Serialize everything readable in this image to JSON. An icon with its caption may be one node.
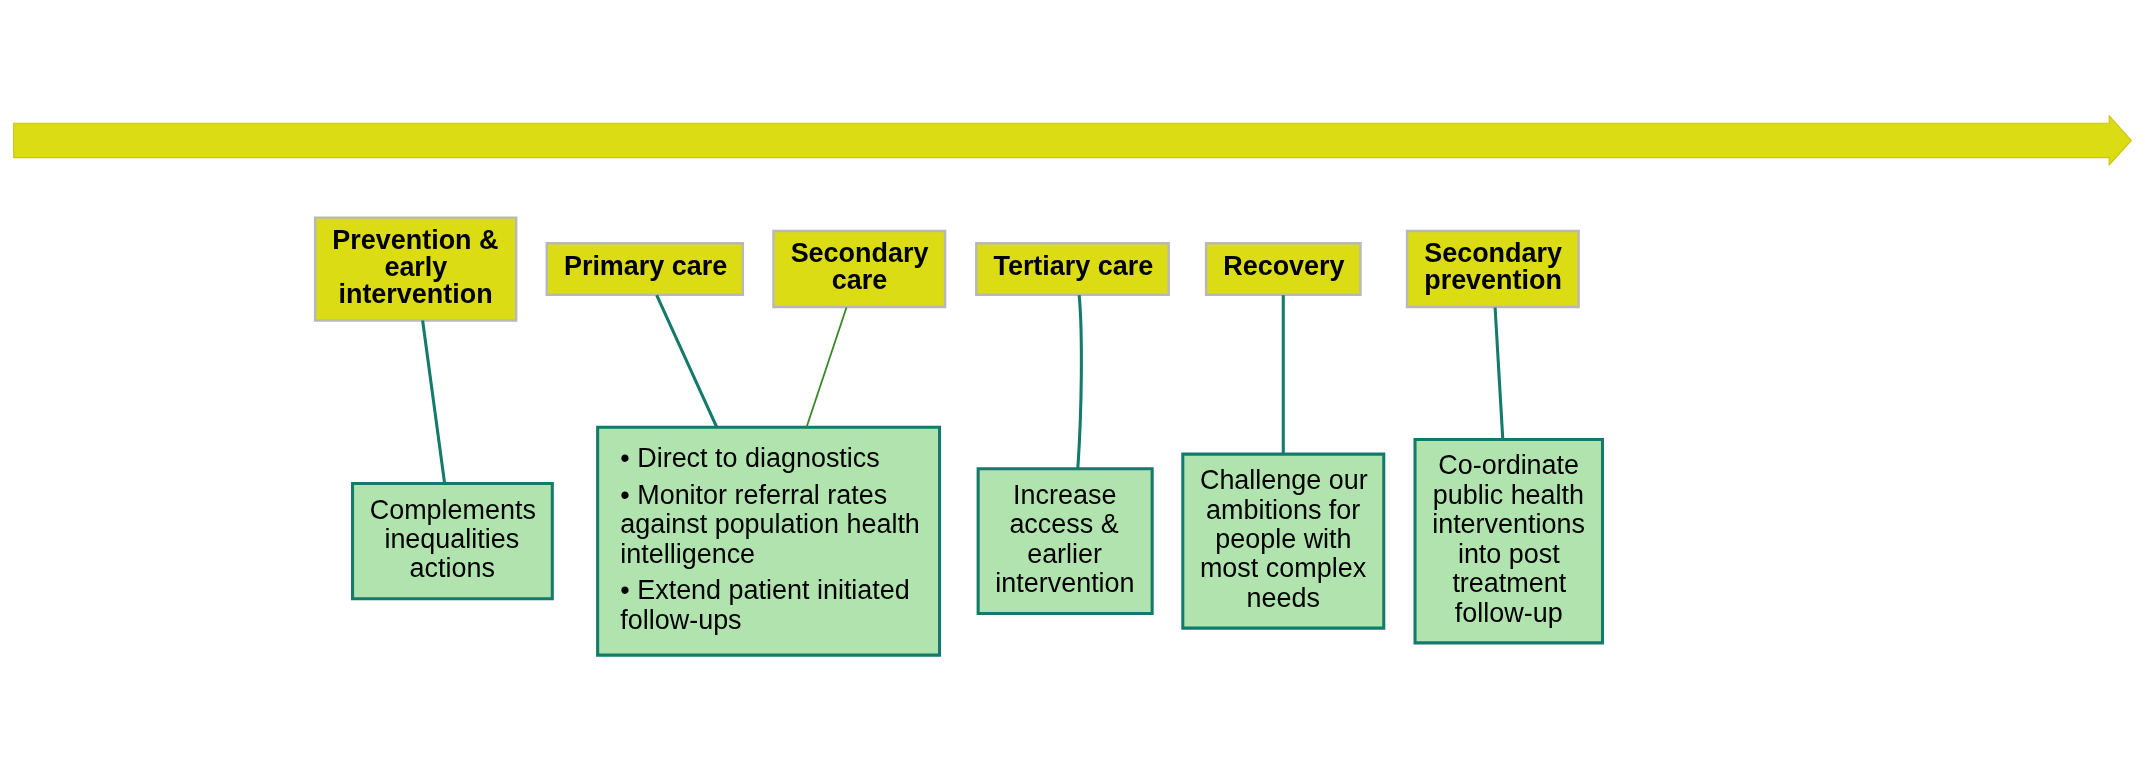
{
  "diagram": {
    "nodes": [
      {
        "text": [
          "Prevention & early intervention"
        ]
      },
      {
        "text": [
          "Primary care"
        ]
      },
      {
        "text": [
          "Secondary care"
        ]
      },
      {
        "text": [
          "Tertiary care"
        ]
      },
      {
        "text": [
          "Recovery"
        ]
      },
      {
        "text": [
          "Secondary prevention"
        ]
      },
      {
        "text": [],
        "shape": "arrow"
      },
      {
        "text": [
          "Complements inequalities actions"
        ]
      },
      {
        "text": [
          "• Direct to diagnostics",
          "• Monitor referral rates against population health intelligence",
          "• Extend patient initiated follow-ups"
        ]
      },
      {
        "text": [
          "Increase access & earlier intervention"
        ]
      },
      {
        "text": [
          "Challenge our ambitions for people with most complex needs"
        ]
      },
      {
        "text": [
          "Co-ordinate public health interventions into post treatment follow-up"
        ]
      }
    ],
    "edges": [
      {
        "from": 0,
        "to": 7,
        "arrow": "none"
      },
      {
        "from": 1,
        "to": 8,
        "arrow": "none"
      },
      {
        "from": 2,
        "to": 8,
        "arrow": "none",
        "color": "#3a8a2a"
      },
      {
        "from": 3,
        "to": 9,
        "arrow": "none"
      },
      {
        "from": 4,
        "to": 10,
        "arrow": "none"
      },
      {
        "from": 5,
        "to": 11,
        "arrow": "none"
      }
    ]
  }
}
